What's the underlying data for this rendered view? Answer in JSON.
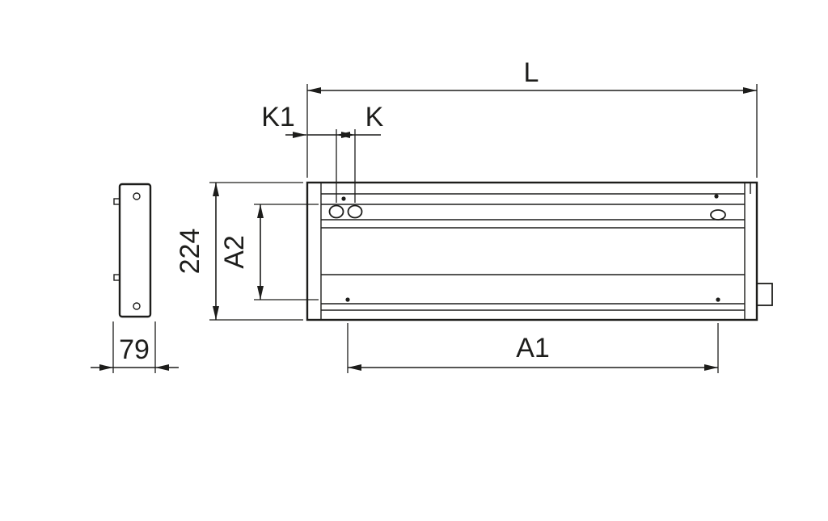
{
  "labels": {
    "length": "L",
    "k1": "K1",
    "k": "K",
    "height": "224",
    "a2": "A2",
    "a1": "A1",
    "depth": "79"
  },
  "colors": {
    "line": "#1d1d1b",
    "background": "#ffffff"
  }
}
